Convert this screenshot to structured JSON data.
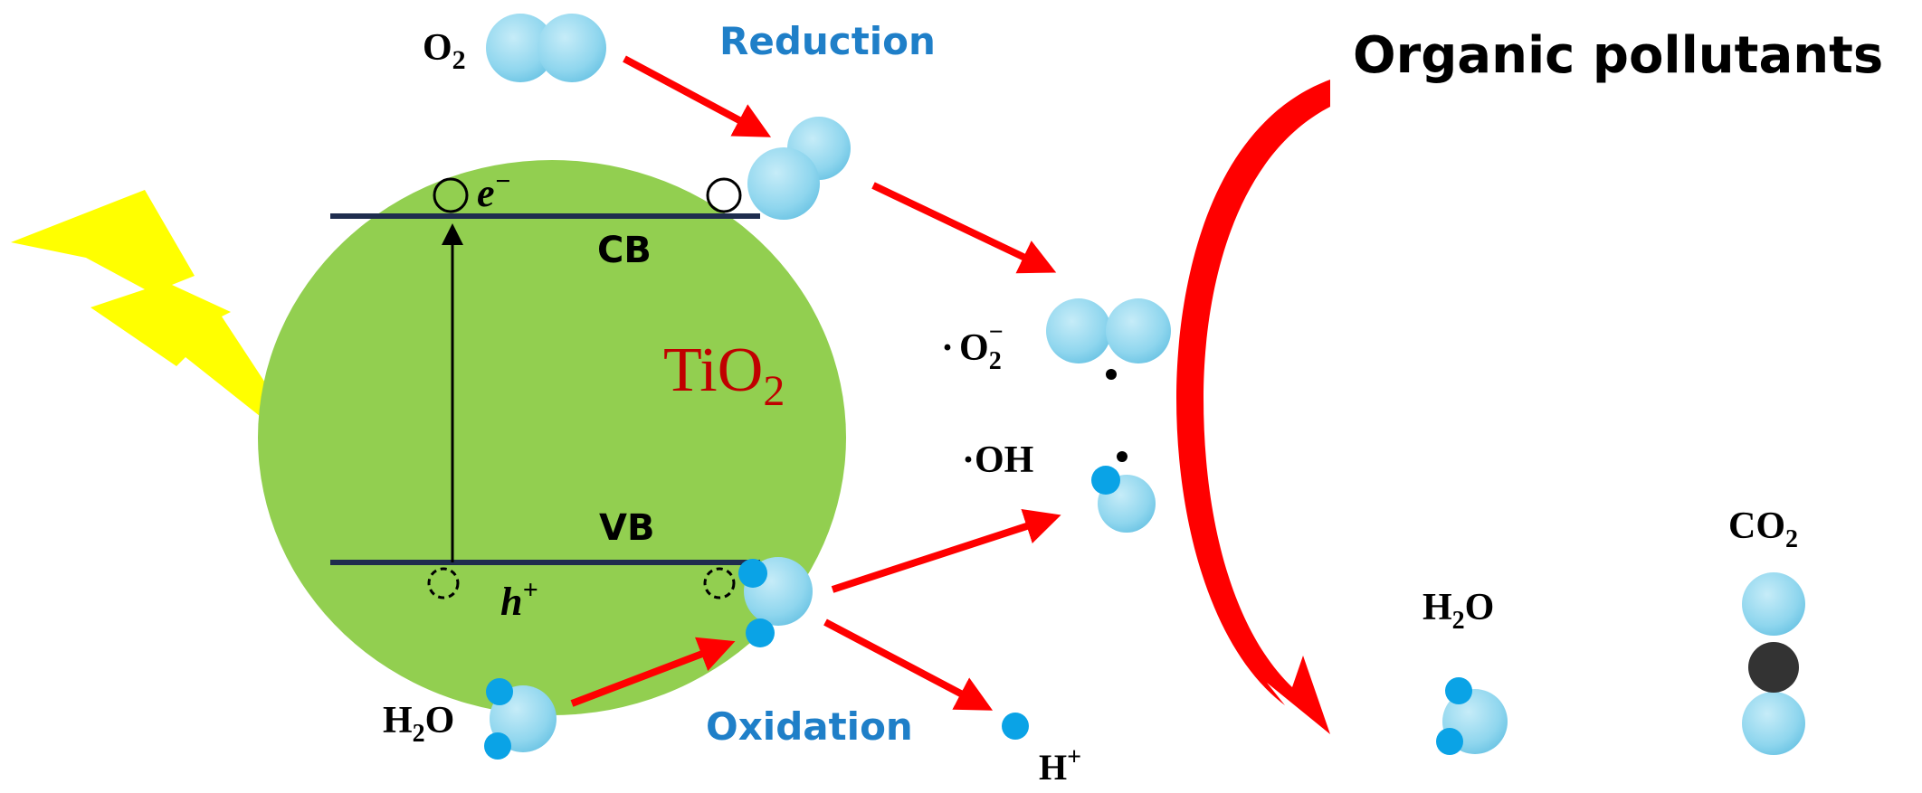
{
  "colors": {
    "particle": "#92cf50",
    "band_line": "#1f2d4e",
    "arrow": "#ff0000",
    "bolt": "#ffff00",
    "molecule_light": "#8fd6ee",
    "molecule_small": "#0aa3e6",
    "carbon": "#333333",
    "label_blue": "#1f7fc8",
    "tio2_red": "#c00000"
  },
  "particle": {
    "name_main": "TiO",
    "name_sub": "2",
    "cb_label": "CB",
    "vb_label": "VB",
    "electron_main": "e",
    "electron_sup": "−",
    "hole_main": "h",
    "hole_sup": "+"
  },
  "processes": {
    "reduction": "Reduction",
    "oxidation": "Oxidation"
  },
  "species": {
    "o2_main": "O",
    "o2_sub": "2",
    "h2o_left_h": "H",
    "h2o_left_sub": "2",
    "h2o_left_o": "O",
    "superoxide_dot": "·",
    "superoxide_main": "O",
    "superoxide_sub": "2",
    "superoxide_sup": "−",
    "hydroxyl": "·OH",
    "proton_main": "H",
    "proton_sup": "+"
  },
  "products": {
    "title": "Organic pollutants",
    "h2o_h": "H",
    "h2o_sub": "2",
    "h2o_o": "O",
    "co2_main": "CO",
    "co2_sub": "2"
  },
  "icons": [
    "lightning-bolt-icon",
    "arrow-icon",
    "molecule-icon"
  ]
}
